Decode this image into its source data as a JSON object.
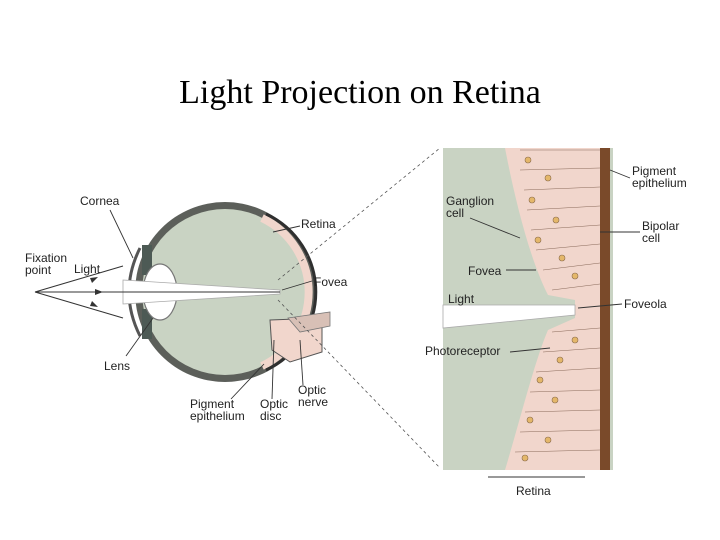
{
  "slide": {
    "title": "Light Projection on Retina"
  },
  "eye_labels": {
    "cornea": "Cornea",
    "fixation_line1": "Fixation",
    "fixation_line2": "point",
    "light": "Light",
    "lens": "Lens",
    "retina": "Retina",
    "fovea": "Fovea",
    "pigment_line1": "Pigment",
    "pigment_line2": "epithelium",
    "optic_disc_line1": "Optic",
    "optic_disc_line2": "disc",
    "optic_nerve_line1": "Optic",
    "optic_nerve_line2": "nerve"
  },
  "detail_labels": {
    "pigment_line1": "Pigment",
    "pigment_line2": "epithelium",
    "ganglion_line1": "Ganglion",
    "ganglion_line2": "cell",
    "bipolar_line1": "Bipolar",
    "bipolar_line2": "cell",
    "fovea": "Fovea",
    "light": "Light",
    "foveola": "Foveola",
    "photoreceptor": "Photoreceptor",
    "retina": "Retina"
  },
  "colors": {
    "vitreous": "#c9d3c3",
    "retina_tissue": "#f1d6cc",
    "pigment_layer": "#7a4a2a",
    "sclera_dark": "#3a3a3a"
  }
}
